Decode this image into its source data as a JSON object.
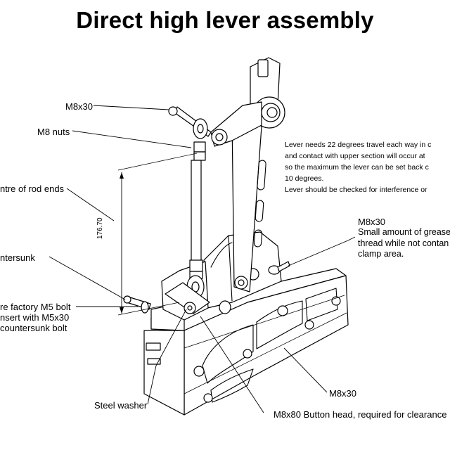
{
  "title": "Direct high lever assembly",
  "callouts": {
    "m8x30_top": "M8x30",
    "m8_nuts": "M8 nuts",
    "centre_rod_ends": "ntre of rod ends",
    "countersunk": "ntersunk",
    "factory_bolt_1": "re factory M5 bolt",
    "factory_bolt_2": "nsert with M5x30",
    "factory_bolt_3": "countersunk bolt",
    "steel_washer": "Steel washer",
    "m8x30_right": "M8x30",
    "m8x30_bottom": "M8x30",
    "m8x80": "M8x80 Button head, required for clearance"
  },
  "dimension": "176.70",
  "note_lines": [
    "Lever needs 22 degrees travel each way in c",
    "and contact with upper section will occur at",
    "so the maximum the lever can be set back c",
    "10 degrees.",
    "Lever should be checked for interference or"
  ],
  "grease_lines": [
    "Small amount of grease",
    "thread while not contan",
    "clamp area."
  ]
}
